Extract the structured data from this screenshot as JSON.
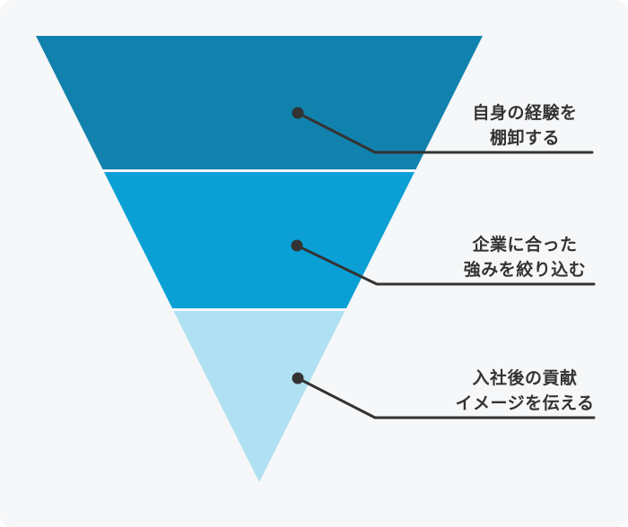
{
  "card": {
    "page_background": "#ffffff",
    "background": "#f6f7f8"
  },
  "funnel": {
    "type": "inverted-funnel",
    "connector_color": "#333333",
    "text_color": "#333333",
    "levels": [
      {
        "position": "top",
        "color": "#1182ad",
        "label_line1": "自身の経験を",
        "label_line2": "棚卸する"
      },
      {
        "position": "middle",
        "color": "#0aa0d6",
        "label_line1": "企業に合った",
        "label_line2": "強みを絞り込む"
      },
      {
        "position": "bottom",
        "color": "#b0e1f2",
        "label_line1": "入社後の貢献",
        "label_line2": "イメージを伝える"
      }
    ]
  }
}
